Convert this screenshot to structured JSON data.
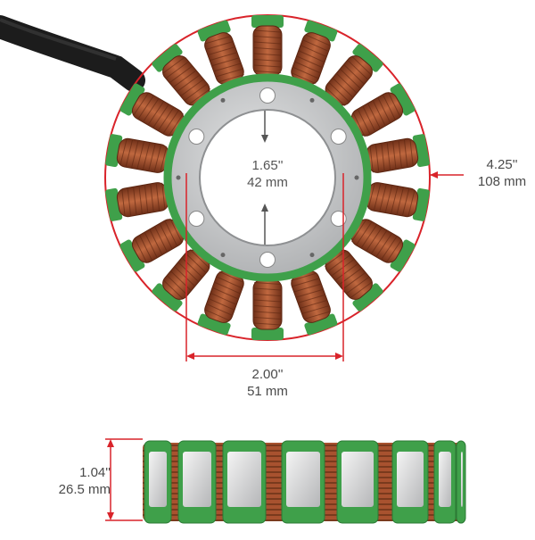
{
  "product": "stator",
  "colors": {
    "dimension_line": "#d9232a",
    "copper": "#a8522f",
    "copper_dark": "#6e2f18",
    "insulation_green": "#3fa04a",
    "plate_silver": "#c9cacb",
    "cable": "#1c1c1c",
    "label_text": "#4a4a4a"
  },
  "dimensions": {
    "inner_diameter": {
      "imperial": "1.65''",
      "metric": "42 mm"
    },
    "outer_diameter": {
      "imperial": "4.25''",
      "metric": "108 mm"
    },
    "mount_hole_spacing": {
      "imperial": "2.00''",
      "metric": "51 mm"
    },
    "stack_height": {
      "imperial": "1.04''",
      "metric": "26.5 mm"
    }
  },
  "coil_count": 18,
  "mount_hole_count": 6
}
